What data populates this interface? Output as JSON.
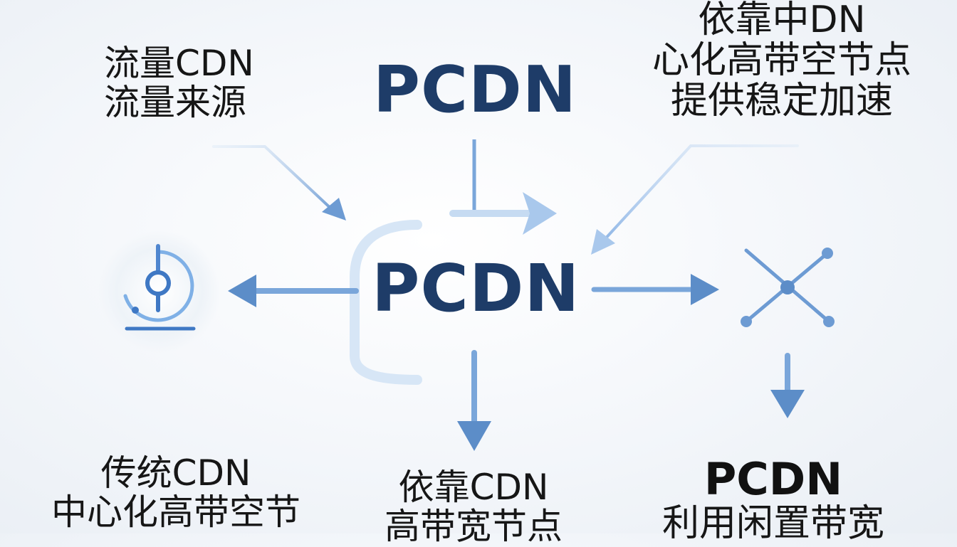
{
  "nodes": {
    "top_left": [
      "流量CDN",
      "流量来源"
    ],
    "top_right": [
      "依靠中DN",
      "心化高带空节点",
      "提供稳定加速"
    ],
    "top_center": "PCDN",
    "center": "PCDN",
    "bottom_left": [
      "传统CDN",
      "中心化高带空节"
    ],
    "bottom_mid": [
      "依靠CDN",
      "高带宽节点"
    ],
    "bottom_right": [
      "PCDN",
      "利用闲置带宽"
    ]
  },
  "icons": {
    "left": "location-pin-icon",
    "right": "network-node-icon"
  },
  "colors": {
    "accent": "#1e3c68",
    "arrow": "#6d9bd3",
    "arrow_light": "#a9c8ec",
    "text": "#161616"
  }
}
